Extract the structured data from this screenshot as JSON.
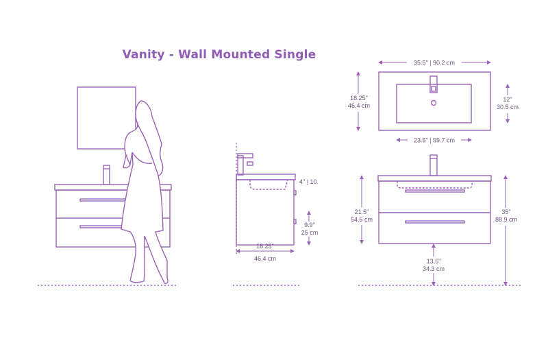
{
  "title": "Vanity - Wall Mounted  Single",
  "colors": {
    "accent": "#9a63b8",
    "title": "#8e5cb5",
    "text": "#6b5378"
  },
  "dimensions": {
    "top_width": "35.5\" | 90.2 cm",
    "top_depth_in": "18.25\"",
    "top_depth_cm": "46.4 cm",
    "basin_depth_in": "12\"",
    "basin_depth_cm": "30.5 cm",
    "basin_width": "23.5\" | 59.7 cm",
    "side_top_thickness": "4\" | 10",
    "drawer_height_in": "9.9\"",
    "drawer_height_cm": "25 cm",
    "side_depth_in": "18.25\"",
    "side_depth_cm": "46.4 cm",
    "cabinet_height_in": "21.5\"",
    "cabinet_height_cm": "54.6 cm",
    "floor_clearance_in": "13.5\"",
    "floor_clearance_cm": "34.3 cm",
    "mount_height_in": "35\"",
    "mount_height_cm": "88.9 cm"
  }
}
